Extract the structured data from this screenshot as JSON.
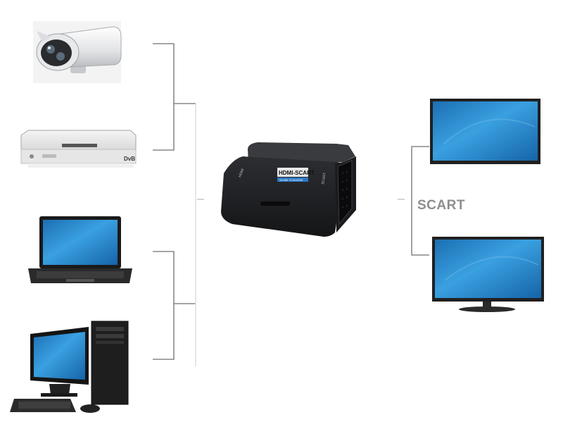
{
  "diagram": {
    "converter": {
      "name": "HDMI-SCART",
      "subtitle": "Scaler Converter",
      "port_left": "HDMI",
      "port_right": "SCART"
    },
    "output_label": "SCART",
    "dvb_logo": "DvB"
  },
  "icons": [
    "security-camera-icon",
    "set-top-box-icon",
    "laptop-icon",
    "desktop-pc-icon",
    "converter-box-icon",
    "monitor-icon",
    "tv-icon"
  ],
  "colors": {
    "screen_blue": "#2a86c9",
    "converter_body": "#1c1d20",
    "connector_line": "#6f6f6f",
    "label_gray": "#8e8e8e"
  }
}
